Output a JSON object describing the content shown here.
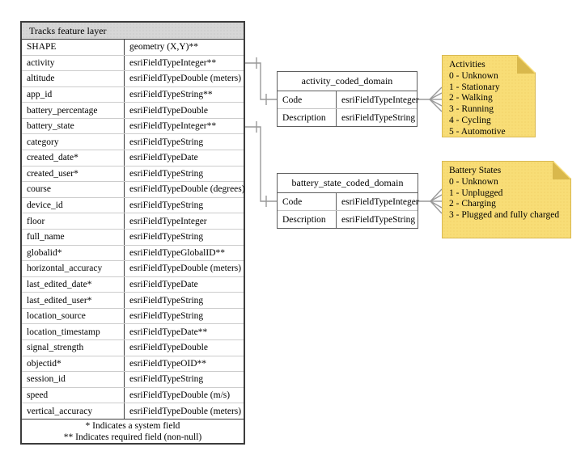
{
  "colors": {
    "note_fill": "#f8dd76",
    "note_fold": "#d9b84c",
    "table_header_gray": "#d6d6d6",
    "row_alt_gray": "#ebebeb",
    "connector_gray": "#999999",
    "border_dark": "#3c3c3c"
  },
  "tracks_table": {
    "title": "Tracks feature layer",
    "rows": [
      {
        "field": "SHAPE",
        "type": "geometry (X,Y)**"
      },
      {
        "field": "activity",
        "type": "esriFieldTypeInteger**"
      },
      {
        "field": "altitude",
        "type": "esriFieldTypeDouble (meters)"
      },
      {
        "field": "app_id",
        "type": "esriFieldTypeString**"
      },
      {
        "field": "battery_percentage",
        "type": "esriFieldTypeDouble"
      },
      {
        "field": "battery_state",
        "type": "esriFieldTypeInteger**"
      },
      {
        "field": "category",
        "type": "esriFieldTypeString"
      },
      {
        "field": "created_date*",
        "type": "esriFieldTypeDate"
      },
      {
        "field": "created_user*",
        "type": "esriFieldTypeString"
      },
      {
        "field": "course",
        "type": "esriFieldTypeDouble (degrees)"
      },
      {
        "field": "device_id",
        "type": "esriFieldTypeString"
      },
      {
        "field": "floor",
        "type": "esriFieldTypeInteger"
      },
      {
        "field": "full_name",
        "type": "esriFieldTypeString"
      },
      {
        "field": "globalid*",
        "type": "esriFieldTypeGlobalID**"
      },
      {
        "field": "horizontal_accuracy",
        "type": "esriFieldTypeDouble (meters)"
      },
      {
        "field": "last_edited_date*",
        "type": "esriFieldTypeDate"
      },
      {
        "field": "last_edited_user*",
        "type": "esriFieldTypeString"
      },
      {
        "field": "location_source",
        "type": "esriFieldTypeString"
      },
      {
        "field": "location_timestamp",
        "type": "esriFieldTypeDate**"
      },
      {
        "field": "signal_strength",
        "type": "esriFieldTypeDouble"
      },
      {
        "field": "objectid*",
        "type": "esriFieldTypeOID**"
      },
      {
        "field": "session_id",
        "type": "esriFieldTypeString"
      },
      {
        "field": "speed",
        "type": "esriFieldTypeDouble (m/s)"
      },
      {
        "field": "vertical_accuracy",
        "type": "esriFieldTypeDouble (meters)"
      }
    ],
    "footnotes": [
      "* Indicates a system field",
      "** Indicates required field (non-null)"
    ]
  },
  "domain_tables": [
    {
      "title": "activity_coded_domain",
      "rows": [
        [
          "Code",
          "esriFieldTypeInteger"
        ],
        [
          "Description",
          "esriFieldTypeString"
        ]
      ]
    },
    {
      "title": "battery_state_coded_domain",
      "rows": [
        [
          "Code",
          "esriFieldTypeInteger"
        ],
        [
          "Description",
          "esriFieldTypeString"
        ]
      ]
    }
  ],
  "notes": [
    {
      "title": "Activities",
      "items": [
        "0 - Unknown",
        "1 - Stationary",
        "2 - Walking",
        "3 - Running",
        "4 - Cycling",
        "5 - Automotive"
      ]
    },
    {
      "title": "Battery States",
      "items": [
        "0 - Unknown",
        "1 - Unplugged",
        "2 - Charging",
        "3 - Plugged and fully charged"
      ]
    }
  ]
}
